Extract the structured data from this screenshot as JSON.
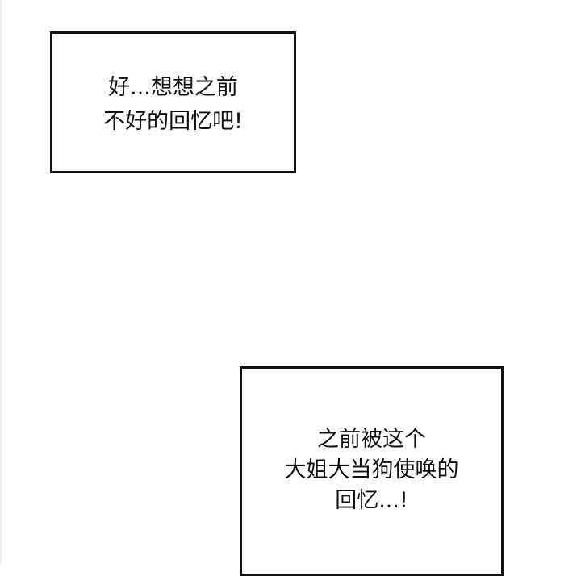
{
  "panels": [
    {
      "lines": [
        "好...想想之前",
        "不好的回忆吧!"
      ]
    },
    {
      "lines": [
        "之前被这个",
        "大姐大当狗使唤的",
        "回忆...!"
      ]
    }
  ]
}
